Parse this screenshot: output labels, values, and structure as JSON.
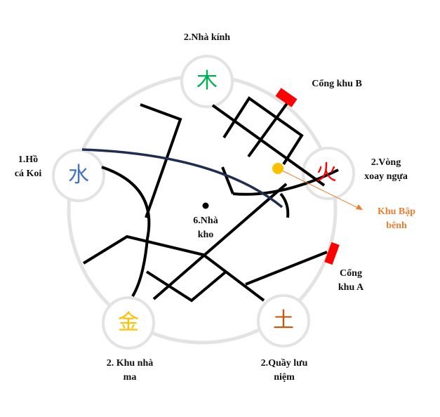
{
  "nodes": {
    "wood": {
      "glyph": "木",
      "color": "#00b050",
      "label": "2.Nhà kính"
    },
    "water": {
      "glyph": "水",
      "color": "#4472c4",
      "label": "1.Hồ\ncá Koi"
    },
    "fire": {
      "glyph": "火",
      "color": "#ff0000",
      "label": "2.Vòng\nxoay ngựa"
    },
    "metal": {
      "glyph": "金",
      "color": "#ffc000",
      "label": "2. Khu nhà\nma"
    },
    "earth": {
      "glyph": "土",
      "color": "#c55a11",
      "label": "2.Quầy lưu\nniệm"
    }
  },
  "center_label": "6.Nhà\nkho",
  "gate_b": "Cổng khu B",
  "gate_a": "Cổng\nkhu A",
  "seesaw_label": "Khu Bập\nbênh",
  "colors": {
    "ring": "#e3e3e3",
    "path": "#000000",
    "river": "#1f2d4e",
    "gate": "#ff0000",
    "seesaw": "#ffc000",
    "arrow": "#ed7d31"
  }
}
